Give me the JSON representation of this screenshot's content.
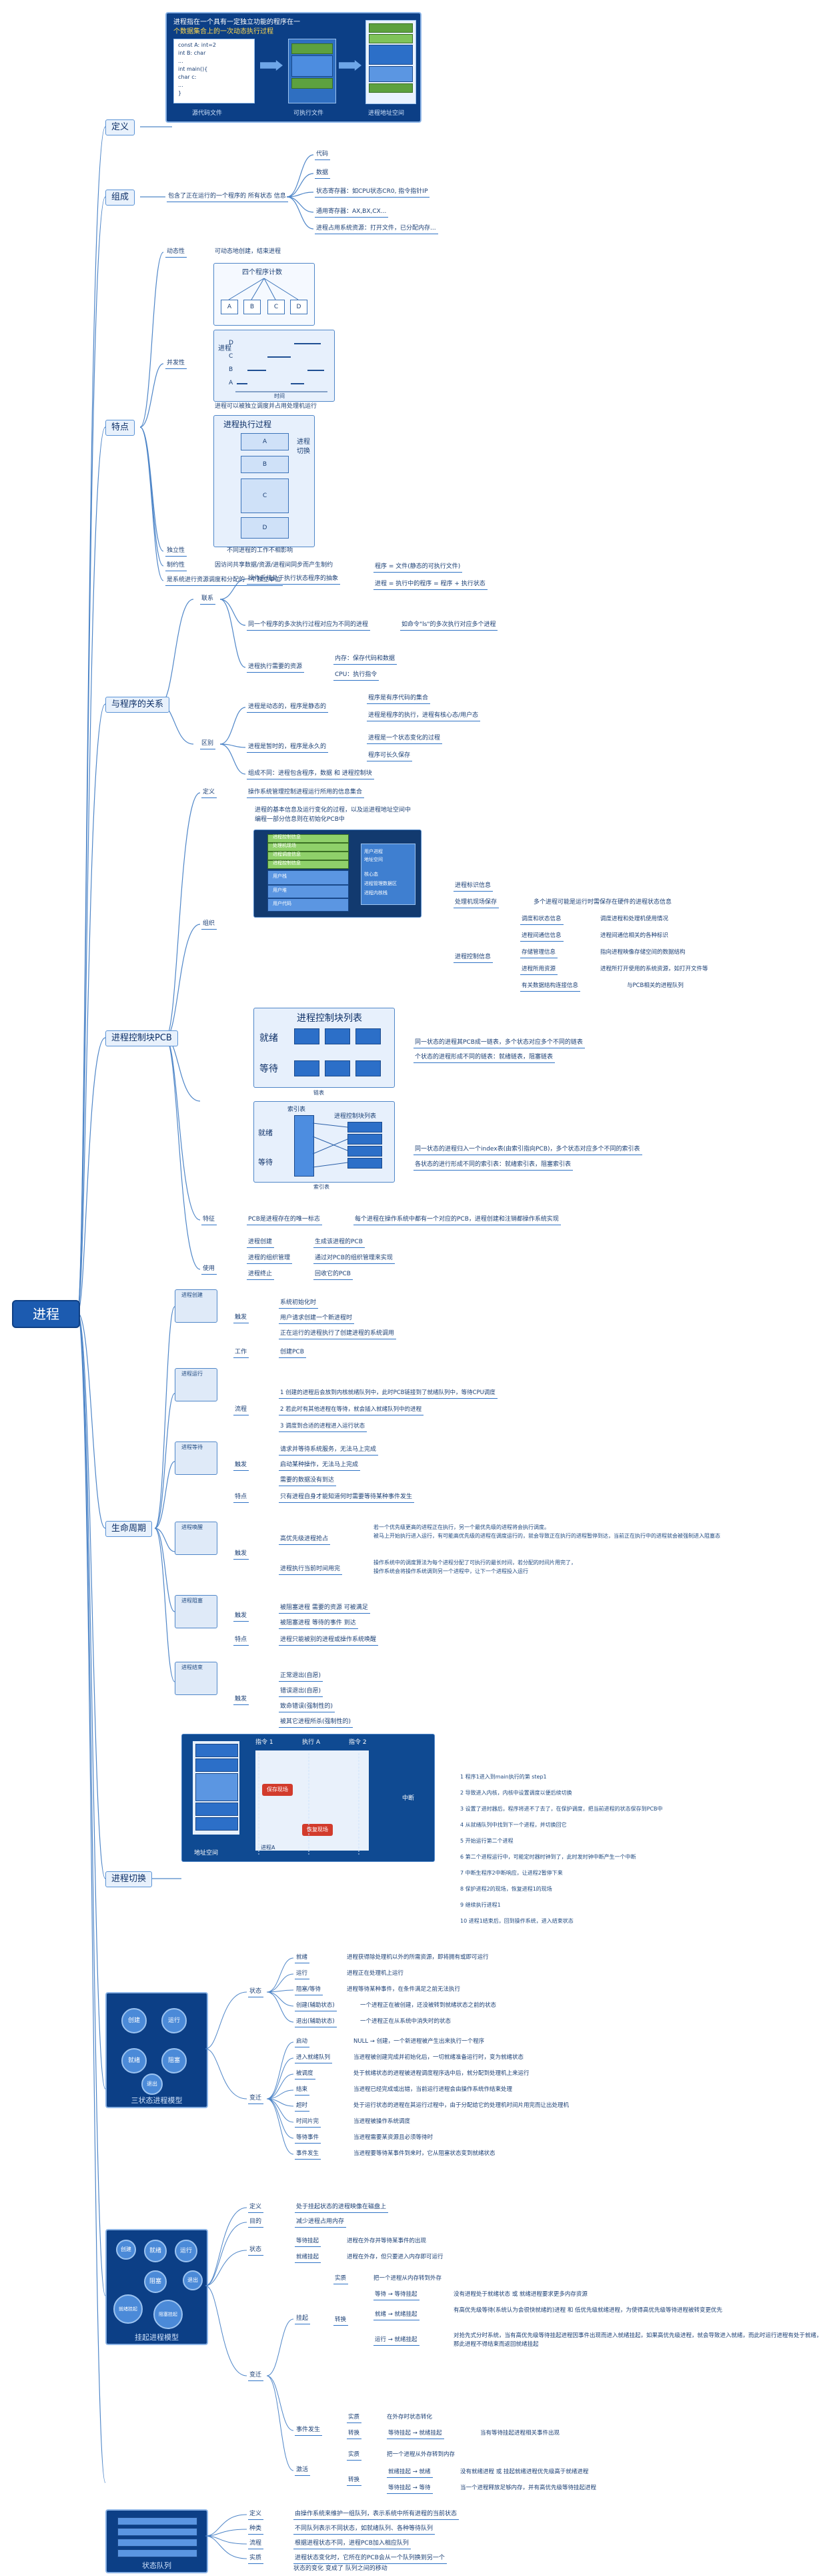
{
  "root": "进程",
  "branches": {
    "def": "定义",
    "comp": "组成",
    "feat": "特点",
    "rel": "与程序的关系",
    "pcb": "进程控制块PCB",
    "life": "生命周期",
    "switch": "进程切换"
  },
  "definition": {
    "banner_line1": "进程指在一个具有一定独立功能的程序在一",
    "banner_line2": "个数据集合上的一次动态执行过程",
    "code": [
      "const A: int=2",
      "  int B: char",
      "...",
      "int main(){",
      "  char c:",
      "  ...",
      "}"
    ],
    "labels": [
      "源代码文件",
      "可执行文件",
      "进程地址空间"
    ]
  },
  "composition": {
    "desc": "包含了正在运行的一个程序的 所有状态 信息",
    "items": [
      "代码",
      "数据",
      "状态寄存器：如CPU状态CR0, 指令指针IP",
      "通用寄存器：AX,BX,CX...",
      "进程占用系统资源：打开文件，已分配内存..."
    ]
  },
  "features": {
    "dynamic": "动态性",
    "dynamic_desc": "可动态地创建，结束进程",
    "concurrent": "并发性",
    "concurrent_desc": "进程可以被独立调度并占用处理机运行",
    "fig1_title": "四个程序计数",
    "fig1_nodes": [
      "A",
      "B",
      "C",
      "D"
    ],
    "fig2_axis": "时间",
    "fig2_ylabel": "进程",
    "fig2_rows": [
      "D",
      "C",
      "B",
      "A"
    ],
    "fig3_title": "进程执行过程",
    "fig3_side": [
      "进程",
      "切换"
    ],
    "fig3_blocks": [
      "A",
      "B",
      "C",
      "D"
    ],
    "independent": "独立性",
    "independent_desc": "不同进程的工作不相影响",
    "restrict": "制约性",
    "restrict_desc": "因访问共享数据/资源/进程间同步而产生制约",
    "note": "是系统进行资源调度和分配的一个独立单位"
  },
  "relation": {
    "link": "联系",
    "link_items": [
      "操作系统处于执行状态程序的抽象",
      "同一个程序的多次执行过程对应为不同的进程",
      "进程执行需要的资源"
    ],
    "link_sub1": [
      "程序 = 文件(静态的可执行文件)",
      "进程 = 执行中的程序 = 程序 + 执行状态"
    ],
    "link_sub2": "如命令\"ls\"的多次执行对应多个进程",
    "link_sub3": [
      "内存：保存代码和数据",
      "CPU：执行指令"
    ],
    "diff": "区别",
    "diff_items": [
      "进程是动态的，程序是静态的",
      "进程是暂时的，程序是永久的",
      "组成不同：进程包含程序，数据 和 进程控制块"
    ],
    "diff_sub1": [
      "程序是有序代码的集合",
      "进程是程序的执行，进程有核心态/用户态"
    ],
    "diff_sub2": [
      "进程是一个状态变化的过程",
      "程序可长久保存"
    ]
  },
  "pcb": {
    "def": "定义",
    "def_desc": "操作系统管理控制进程运行所用的信息集合",
    "org": "组织",
    "note1": "进程的基本信息及运行变化的过程，以及运进程地址空间中",
    "note2": "编程一部分信息则在初始化PCB中",
    "mem_items": [
      "进程控制信息",
      "处理机现场",
      "进程调度信息",
      "进程控制信息",
      "用户栈",
      "用户堆",
      "用户代码"
    ],
    "mem_side": [
      "用户进程",
      "地址空间",
      "核心态",
      "进程管理数据区",
      "进程内核栈"
    ],
    "info_title": "进程标识信息",
    "cpu_state": "处理机现场保存",
    "cpu_desc": "多个进程可能是运行时需保存在硬件的进程状态信息",
    "control": "进程控制信息",
    "control_items": [
      "调度和状态信息",
      "进程间通信信息",
      "存储管理信息",
      "进程所用资源",
      "有关数据结构连接信息"
    ],
    "control_desc": [
      "调度进程和处理机使用情况",
      "进程间通信相关的各种标识",
      "指向进程映像存储空间的数据结构",
      "进程所打开使用的系统资源，如打开文件等",
      "与PCB相关的进程队列"
    ],
    "list_title": "进程控制块列表",
    "ready": "就绪",
    "wait": "等待",
    "list_label": "链表",
    "list_desc1": "同一状态的进程其PCB成一链表，多个状态对应多个不同的链表",
    "list_desc2": "个状态的进程形成不同的链表：就绪链表，阻塞链表",
    "index_title": "索引表",
    "index_label": "进程控制块列表",
    "index_ready": "就绪",
    "index_wait": "等待",
    "index_caption": "索引表",
    "index_desc1": "同一状态的进程归入一个index表(由索引指向PCB)，多个状态对应多个不同的索引表",
    "index_desc2": "各状态的进行形成不同的索引表：就绪索引表，阻塞索引表",
    "feature": "特征",
    "feature_desc1": "PCB是进程存在的唯一标志",
    "feature_desc2": "每个进程在操作系统中都有一个对应的PCB，进程创建和注销都操作系统实现",
    "use": "使用",
    "use_items": [
      "进程创建",
      "进程的组织管理",
      "进程终止"
    ],
    "use_desc": [
      "生成该进程的PCB",
      "通过对PCB的组织管理来实现",
      "回收它的PCB"
    ]
  },
  "lifecycle": {
    "create": "进程创建",
    "create_trigger": "触发",
    "create_triggers": [
      "系统初始化时",
      "用户请求创建一个新进程时",
      "正在运行的进程执行了创建进程的系统调用"
    ],
    "create_work": "工作",
    "create_work_desc": "创建PCB",
    "run": "进程运行",
    "run_flow": "流程",
    "run_items": [
      "1 创建的进程后会放到内核就绪队列中，此时PCB链接到了就绪队列中，等待CPU调度",
      "2 若此时有其他进程在等待，就会插入就绪队列中的进程",
      "3 调度到合适的进程进入运行状态"
    ],
    "wait": "进程等待",
    "wait_trigger": "触发",
    "wait_triggers": [
      "请求并等待系统服务，无法马上完成",
      "启动某种操作，无法马上完成",
      "需要的数据没有到达"
    ],
    "wait_feature": "特点",
    "wait_feature_desc": "只有进程自身才能知道何时需要等待某种事件发生",
    "wake": "进程唤醒",
    "wake_trigger": "触发",
    "wake_desc1": "高优先级进程抢占",
    "wake_desc1b": [
      "若一个优先级更高的进程正在执行，另一个最优先级的进程将会执行调度。",
      "被马上开始执行进入运行，有可能高优先级的进程在调度运行的，就会导致正在执行的进程暂停到达，当前正在执行中的进程就会被强制进入阻塞态"
    ],
    "wake_desc2": "进程执行当前时间用完",
    "wake_desc2b": [
      "操作系统中的调度算法为每个进程分配了可执行的最长时间，若分配的时间片用完了，",
      "操作系统会将操作系统调到另一个进程中，让下一个进程投入运行"
    ],
    "block": "进程阻塞",
    "block_trigger": "触发",
    "block_triggers": [
      "被阻塞进程 需要的资源 可被满足",
      "被阻塞进程 等待的事件 到达"
    ],
    "block_feature": "特点",
    "block_feature_desc": "进程只能被别的进程或操作系统唤醒",
    "end": "进程结束",
    "end_trigger": "触发",
    "end_items": [
      "正常退出(自愿)",
      "错误退出(自愿)",
      "致命错误(强制性的)",
      "被其它进程所杀(强制性的)"
    ]
  },
  "switch_section": {
    "panel": [
      "指令 1",
      "执行 A",
      "指令 2",
      "中断"
    ],
    "labels": [
      "进程A",
      "保存现场",
      "恢复现场",
      "地址空间"
    ],
    "steps": [
      "1 程序1进入到main执行的第 step1",
      "2 导致进入内核，内核中设置调度以便后续切换",
      "3 设置了进时器后，程序将进不了去了，在保护调度，把当前进程的状态保存到PCB中",
      "4 从就绪队列中找到下一个进程，并切换回它",
      "5 开始运行第二个进程",
      "6 第二个进程运行中，可能定时器时钟到了，此时发时钟中断产生一个中断",
      "7 中断生程序2中断响应，让进程2暂停下来",
      "8 保护进程2的现场，恢复进程1的现场",
      "9 继续执行进程1",
      "10 进程1结束后，回到操作系统，进入结束状态"
    ]
  },
  "three_state": {
    "title": "三状态进程模型",
    "state": "状态",
    "state_items": [
      "就绪",
      "运行",
      "阻塞/等待",
      "创建(辅助状态)",
      "退出(辅助状态)"
    ],
    "state_desc": [
      "进程获得除处理机以外的所需资源，即将拥有或即可运行",
      "进程正在处理机上运行",
      "进程等待某种事件，在条件满足之前无法执行",
      "一个进程正在被创建，还没被转到就绪状态之前的状态",
      "一个进程正在从系统中消失时的状态"
    ],
    "trans": "变迁",
    "trans_items": [
      "启动",
      "进入就绪队列",
      "被调度",
      "结束",
      "超时",
      "时间片完",
      "等待事件",
      "事件发生"
    ],
    "trans_desc": [
      "NULL → 创建，一个新进程被产生出来执行一个程序",
      "当进程被创建完成并初始化后，一切就绪准备运行时，变为就绪状态",
      "处于就绪状态的进程被进程调度程序选中后，就分配到处理机上来运行",
      "当进程已经完成或出错，当前运行进程会由操作系统作结束处理",
      "处于运行状态的进程在其运行过程中，由于分配给它的处理机时间片用完而让出处理机",
      "当进程被操作系统调度",
      "当进程需要某资源且必须等待时",
      "当进程要等待某事件到来时，它从阻塞状态变到就绪状态"
    ],
    "nodes": [
      "就绪",
      "运行",
      "阻塞",
      "退出",
      "创建"
    ]
  },
  "suspend": {
    "title": "挂起进程模型",
    "def": "定义",
    "def_desc": "处于挂起状态的进程映像在磁盘上",
    "goal": "目的",
    "goal_desc": "减少进程占用内存",
    "state": "状态",
    "state_items": [
      "等待挂起",
      "就绪挂起"
    ],
    "state_desc": [
      "进程在外存并等待某事件的出现",
      "进程在外存，但只要进入内存即可运行"
    ],
    "suspend": "挂起",
    "trans": "变迁",
    "sub_items": [
      "实质",
      "转换",
      "等待 → 等待挂起",
      "就绪 → 就绪挂起",
      "运行 → 就绪挂起"
    ],
    "sub_desc": [
      "把一个进程从内存转到外存",
      "没有进程处于就绪状态 或 就绪进程要求更多内存资源",
      "有高优先级等待(系统认为会很快就绪的)进程 和 低优先级就绪进程，为使得高优先级等待进程被转变更优先",
      "对抢先式分时系统，当有高优先级等待挂起进程因事件出现而进入就绪挂起，如果高优先级进程，就会导致进入就绪，而此时运行进程有处于就绪，那此进程不得结束而返回就绪挂起"
    ],
    "mem": "事件发生",
    "mem_items": [
      "实质",
      "转换",
      "等待挂起 → 就绪挂起"
    ],
    "mem_desc": [
      "在外存时状态转化",
      "当有等待挂起进程相关事件出现"
    ],
    "active": "激活",
    "active_items": [
      "实质",
      "转换",
      "就绪挂起 → 就绪",
      "等待挂起 → 等待"
    ],
    "active_desc": [
      "把一个进程从外存转到内存",
      "没有就绪进程 或 挂起就绪进程优先级高于就绪进程",
      "当一个进程释放足够内存，并有高优先级等待挂起进程"
    ],
    "nodes": [
      "创建",
      "就绪",
      "运行",
      "阻塞",
      "就绪挂起",
      "阻塞挂起",
      "退出"
    ]
  },
  "queue": {
    "title": "状态队列",
    "items": [
      "定义",
      "种类",
      "流程",
      "实质"
    ],
    "desc": [
      "由操作系统来维护一组队列，表示系统中所有进程的当前状态",
      "不同队列表示不同状态，如就绪队列、各种等待队列",
      "根据进程状态不同，进程PCB加入相应队列",
      "进程状态变化时，它所在的PCB会从一个队列换到另一个"
    ],
    "extra": "状态的变化 变成了 队列之间的移动"
  }
}
